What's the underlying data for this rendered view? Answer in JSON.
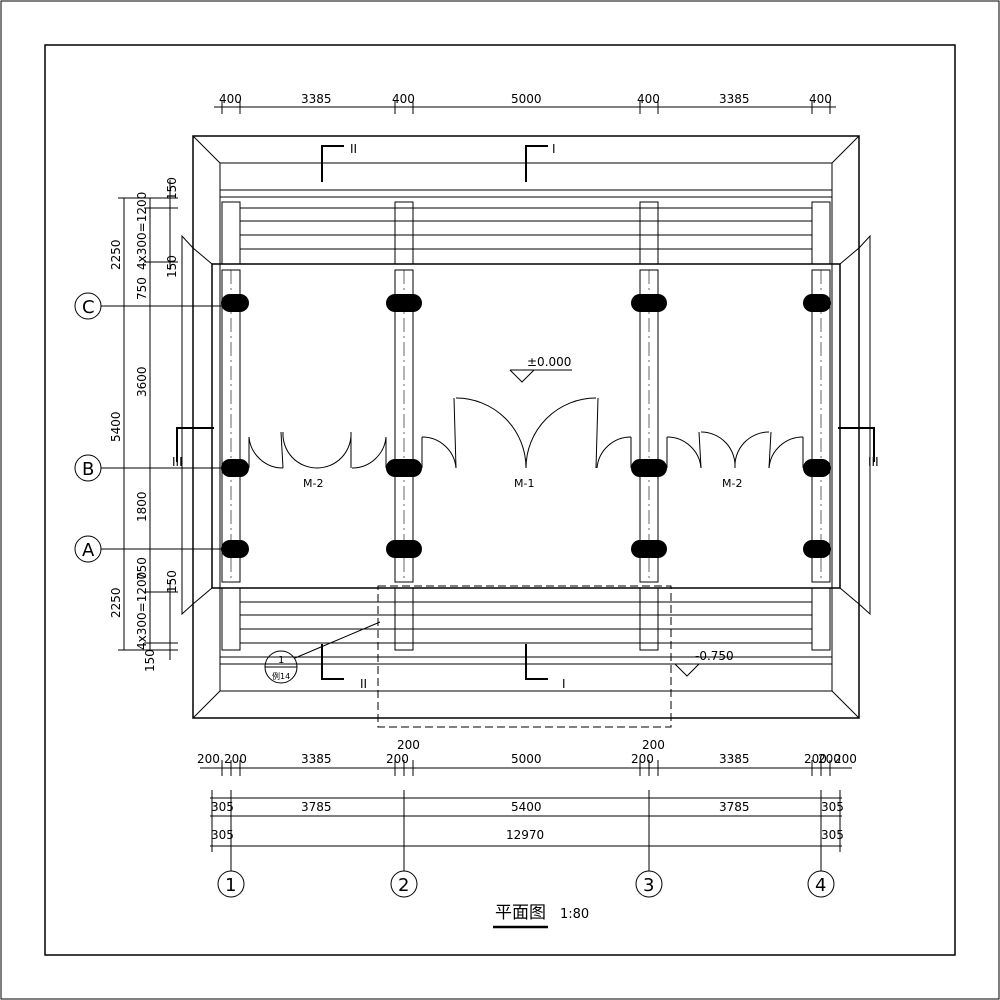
{
  "drawing": {
    "title": "平面图",
    "scale": "1:80"
  },
  "top_dims": [
    "400",
    "3385",
    "400",
    "5000",
    "400",
    "3385",
    "400"
  ],
  "bottom_dims": {
    "row1": [
      "200",
      "200",
      "3385",
      "200",
      "200",
      "5000",
      "200",
      "200",
      "3385",
      "200",
      "200",
      "200"
    ],
    "row2": [
      "305",
      "3785",
      "5400",
      "3785",
      "305"
    ],
    "row3": [
      "305",
      "12970",
      "305"
    ]
  },
  "left_dims": {
    "outer": [
      "2250",
      "5400",
      "2250"
    ],
    "inner_top": [
      "150",
      "4x300=1200",
      "150",
      "750"
    ],
    "inner_mid": [
      "3600",
      "1800"
    ],
    "inner_bottom": [
      "750",
      "4x300=1200",
      "150",
      "150"
    ]
  },
  "axes": {
    "columns": [
      "1",
      "2",
      "3",
      "4"
    ],
    "rows": [
      "C",
      "B",
      "A"
    ]
  },
  "section_marks": {
    "s1": "I",
    "s2": "II",
    "s3": "III"
  },
  "levels": {
    "floor": "±0.000",
    "step": "-0.750"
  },
  "doors": [
    "M-2",
    "M-1",
    "M-2"
  ],
  "detail_index": {
    "top": "1",
    "bottom": "例14"
  }
}
